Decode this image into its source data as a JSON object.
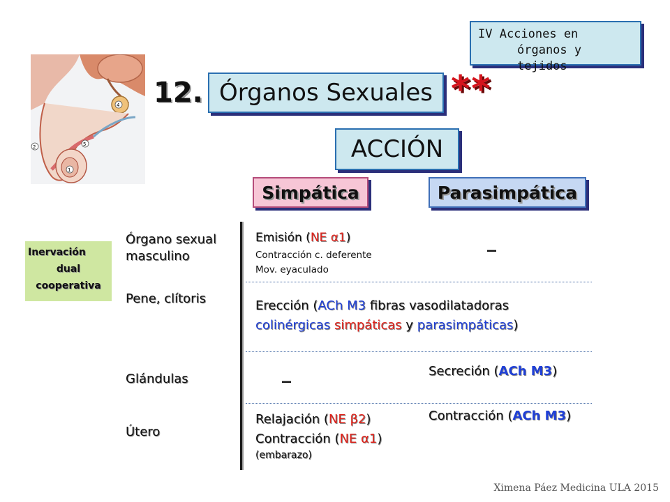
{
  "header": {
    "section_line1": "IV Acciones en",
    "section_line2": "órganos y tejidos",
    "number": "12.",
    "title": "Órganos Sexuales",
    "stars": "**",
    "action": "ACCIÓN",
    "sympathetic": "Simpática",
    "parasympathetic": "Parasimpática"
  },
  "badge": {
    "line1": "Inervación",
    "line2": "dual",
    "line3": "cooperativa"
  },
  "organs": {
    "male_line1": "Órgano sexual",
    "male_line2": "masculino",
    "penis": "Pene, clítoris",
    "glands": "Glándulas",
    "uterus": "Útero"
  },
  "sympathetic_col": {
    "emission_pre": "Emisión (",
    "emission_rec": "NE α1",
    "emission_post": ")",
    "contraction_deferent": "Contracción c. deferente",
    "ejaculation": "Mov. eyaculado",
    "glands_dash": "_",
    "relax_pre": "Relajación (",
    "relax_rec": "NE β2",
    "relax_post": ")",
    "contr_pre": "Contracción (",
    "contr_rec": "NE α1",
    "contr_post": ")",
    "pregnancy": "(embarazo)"
  },
  "parasympathetic_col": {
    "male_dash": "_",
    "secretion_pre": "Secreción (",
    "secretion_rec": "ACh M3",
    "secretion_post": ")",
    "uterus_pre": "Contracción (",
    "uterus_rec": "ACh M3",
    "uterus_post": ")"
  },
  "erection": {
    "p1": "Erección (",
    "p2": "ACh M3",
    "p3": " fibras vasodilatadoras",
    "p4": "colinérgicas",
    "p5": " ",
    "p6": "simpáticas",
    "p7": " y ",
    "p8": "parasimpáticas",
    "p9": ")"
  },
  "footer": {
    "credit": "Ximena Páez Medicina ULA 2015"
  },
  "colors": {
    "box_fill": "#cde8ef",
    "box_border": "#2a6fb0",
    "sympathetic_fill": "#f7c6d6",
    "parasympathetic_fill": "#c6d8f3",
    "badge_fill": "#cfe7a1",
    "receptor_red": "#e0231b",
    "receptor_blue": "#1f3fd6",
    "stars_red": "#d4141c"
  }
}
